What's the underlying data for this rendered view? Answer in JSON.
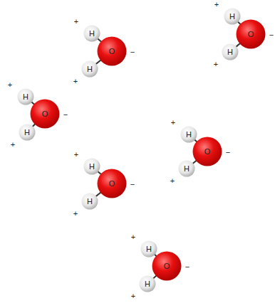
{
  "diagram": {
    "nodes": [
      {
        "text": [
          "H"
        ]
      },
      {
        "text": [
          "O"
        ]
      },
      {
        "text": [
          "H"
        ]
      },
      {
        "text": [
          "H"
        ]
      },
      {
        "text": [
          "O"
        ]
      },
      {
        "text": [
          "H"
        ]
      },
      {
        "text": [
          "H"
        ]
      },
      {
        "text": [
          "O"
        ]
      },
      {
        "text": [
          "H"
        ]
      },
      {
        "text": [
          "H"
        ]
      },
      {
        "text": [
          "O"
        ]
      },
      {
        "text": [
          "H"
        ]
      },
      {
        "text": [
          "H"
        ]
      },
      {
        "text": [
          "O"
        ]
      },
      {
        "text": [
          "H"
        ]
      },
      {
        "text": [
          "H"
        ]
      },
      {
        "text": [
          "O"
        ]
      },
      {
        "text": [
          "H"
        ]
      }
    ],
    "edges": [
      {
        "from": 0,
        "to": 1,
        "arrow": "none"
      },
      {
        "from": 2,
        "to": 1,
        "arrow": "none"
      },
      {
        "from": 3,
        "to": 4,
        "arrow": "none"
      },
      {
        "from": 5,
        "to": 4,
        "arrow": "none"
      },
      {
        "from": 6,
        "to": 7,
        "arrow": "none"
      },
      {
        "from": 8,
        "to": 7,
        "arrow": "none"
      },
      {
        "from": 9,
        "to": 10,
        "arrow": "none"
      },
      {
        "from": 11,
        "to": 10,
        "arrow": "none"
      },
      {
        "from": 12,
        "to": 13,
        "arrow": "none"
      },
      {
        "from": 14,
        "to": 13,
        "arrow": "none"
      },
      {
        "from": 15,
        "to": 16,
        "arrow": "none"
      },
      {
        "from": 17,
        "to": 16,
        "arrow": "none"
      }
    ],
    "labels": [
      "+",
      "+",
      "−",
      "+",
      "+",
      "−",
      "+",
      "+",
      "−",
      "+",
      "+",
      "−",
      "+",
      "+",
      "−",
      "+",
      "+",
      "−"
    ]
  }
}
